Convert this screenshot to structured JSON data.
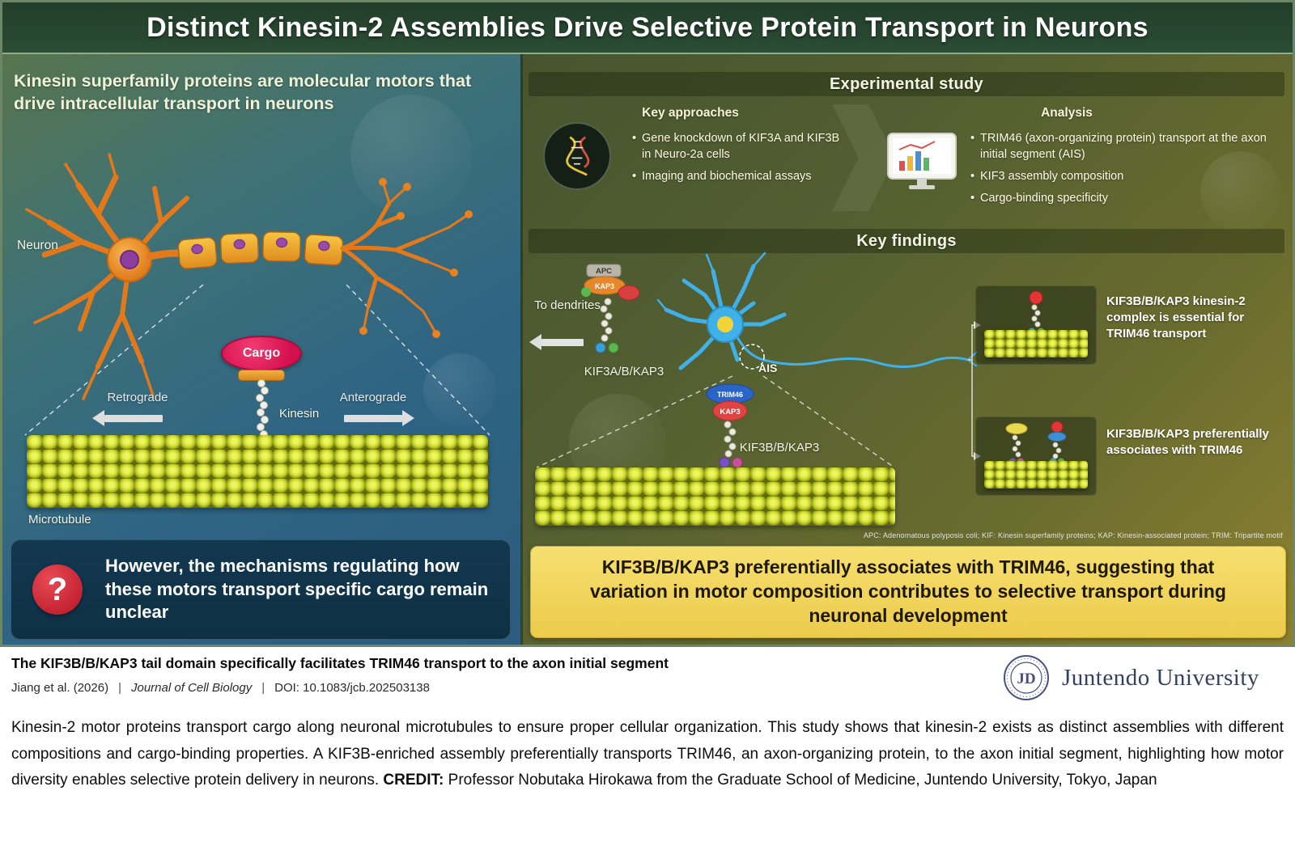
{
  "title": "Distinct Kinesin-2 Assemblies Drive Selective Protein Transport in Neurons",
  "left": {
    "intro": "Kinesin superfamily proteins are molecular motors that drive intracellular transport in neurons",
    "neuron_label": "Neuron",
    "cargo_label": "Cargo",
    "kinesin_label": "Kinesin",
    "retrograde_label": "Retrograde",
    "anterograde_label": "Anterograde",
    "microtubule_label": "Microtubule",
    "question_mark": "?",
    "question_text": "However, the mechanisms regulating how these motors transport specific cargo remain unclear"
  },
  "right": {
    "experimental_title": "Experimental study",
    "approaches": {
      "title": "Key approaches",
      "bullets": [
        "Gene knockdown of KIF3A and KIF3B in Neuro-2a cells",
        "Imaging and biochemical assays"
      ]
    },
    "analysis": {
      "title": "Analysis",
      "bullets": [
        "TRIM46 (axon-organizing protein) transport at the axon initial segment (AIS)",
        "KIF3 assembly composition",
        "Cargo-binding specificity"
      ]
    },
    "findings_title": "Key findings",
    "to_dendrites": "To dendrites",
    "complex_a": {
      "apc": "APC",
      "kap3": "KAP3"
    },
    "kif3ab_label": "KIF3A/B/KAP3",
    "ais_label": "AIS",
    "complex_b": {
      "trim46": "TRIM46",
      "kap3": "KAP3"
    },
    "kif3bb_label": "KIF3B/B/KAP3",
    "finding_1": "KIF3B/B/KAP3 kinesin-2 complex is essential for TRIM46 transport",
    "finding_2": "KIF3B/B/KAP3 preferentially associates with TRIM46",
    "footnote": "APC: Adenomatous polyposis coli; KIF: Kinesin superfamily proteins; KAP: Kinesin-associated protein; TRIM: Tripartite motif",
    "conclusion": "KIF3B/B/KAP3 preferentially associates with TRIM46, suggesting that variation in motor composition contributes to selective transport during neuronal development"
  },
  "footer": {
    "headline": "The KIF3B/B/KAP3 tail domain specifically facilitates TRIM46 transport to the axon initial segment",
    "citation_authors": "Jiang et al. (2026)",
    "citation_sep": "|",
    "citation_journal": "Journal of Cell Biology",
    "citation_doi": "DOI: 10.1083/jcb.202503138",
    "university": "Juntendo University",
    "caption_main": "Kinesin-2 motor proteins transport cargo along neuronal microtubules to ensure proper cellular organization. This study shows that kinesin-2 exists as distinct assemblies with different compositions and cargo-binding properties. A KIF3B-enriched assembly preferentially transports TRIM46, an axon-organizing protein, to the axon initial segment, highlighting how motor diversity enables selective protein delivery in neurons.",
    "credit_label": "CREDIT:",
    "credit_text": "Professor Nobutaka Hirokawa from the Graduate School of Medicine, Juntendo University, Tokyo, Japan"
  },
  "colors": {
    "accent_yellow": "#f2d55c",
    "microtubule_green": "#ccd830",
    "neuron_orange": "#e8821f",
    "cargo_pink": "#d40f4e",
    "question_red": "#c01f2e"
  }
}
